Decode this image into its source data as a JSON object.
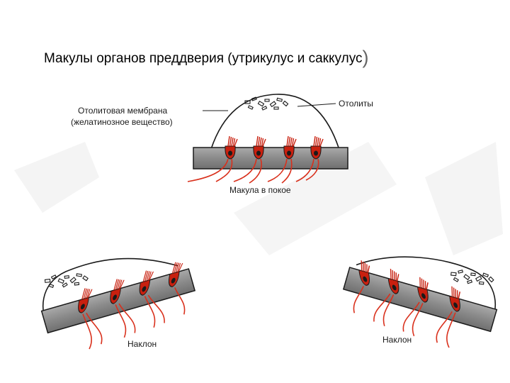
{
  "title": "Макулы органов преддверия (утрикулус и саккулус",
  "title_close_paren": ")",
  "labels": {
    "membrane_line1": "Отолитовая мембрана",
    "membrane_line2": "(желатинозное вещество)",
    "otoliths": "Отолиты",
    "macula_rest": "Макула в покое",
    "tilt_left": "Наклон",
    "tilt_right": "Наклон"
  },
  "colors": {
    "base": "#8f8f8f",
    "hair_cell": "#c8200f",
    "nerve": "#d9301c",
    "outline": "#1a1a1a",
    "watermark": "#f1f1f1"
  }
}
